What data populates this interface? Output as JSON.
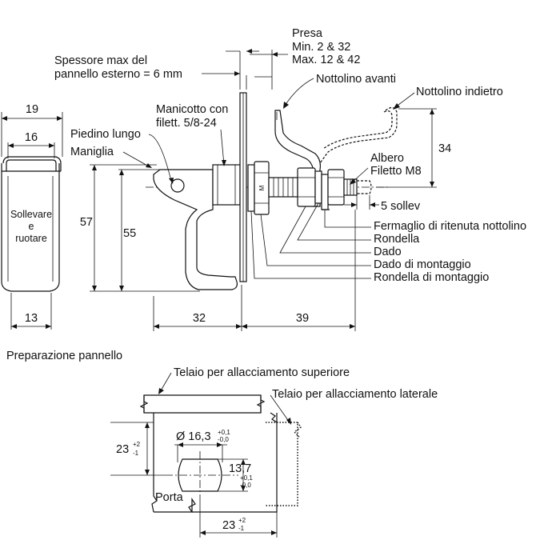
{
  "labels": {
    "presa": "Presa",
    "presa_min": "Min. 2 & 32",
    "presa_max": "Max. 12 & 42",
    "spessore_1": "Spessore max del",
    "spessore_2": "pannello esterno = 6 mm",
    "nottolino_avanti": "Nottolino avanti",
    "nottolino_indietro": "Nottolino indietro",
    "manicotto_1": "Manicotto con",
    "manicotto_2": "filett. 5/8-24",
    "piedino": "Piedino lungo",
    "maniglia": "Maniglia",
    "albero": "Albero",
    "filetto": "Filetto M8",
    "sollev": "5 sollev",
    "fermaglio": "Fermaglio di ritenuta nottolino",
    "rondella": "Rondella",
    "dado": "Dado",
    "dado_montaggio": "Dado di montaggio",
    "rondella_montaggio": "Rondella di montaggio",
    "sollevare": "Sollevare",
    "e": "e",
    "ruotare": "ruotare",
    "nut_mark": "M",
    "prep": "Preparazione pannello",
    "telaio_sup": "Telaio per allacciamento superiore",
    "telaio_lat": "Telaio per allacciamento laterale",
    "porta": "Porta"
  },
  "dims": {
    "d19": "19",
    "d16": "16",
    "d13": "13",
    "d57": "57",
    "d55": "55",
    "d32": "32",
    "d39": "39",
    "d34": "34",
    "diam_main": "Ø 16,3",
    "diam_tol_up": "+0,1",
    "diam_tol_dn": "-0,0",
    "w137": "13,7",
    "w137_tol_up": "+0,1",
    "w137_tol_dn": "-0,0",
    "d23_left": "23",
    "d23_left_up": "+2",
    "d23_left_dn": "-1",
    "d23_bottom": "23",
    "d23_bottom_up": "+2",
    "d23_bottom_dn": "-1"
  }
}
